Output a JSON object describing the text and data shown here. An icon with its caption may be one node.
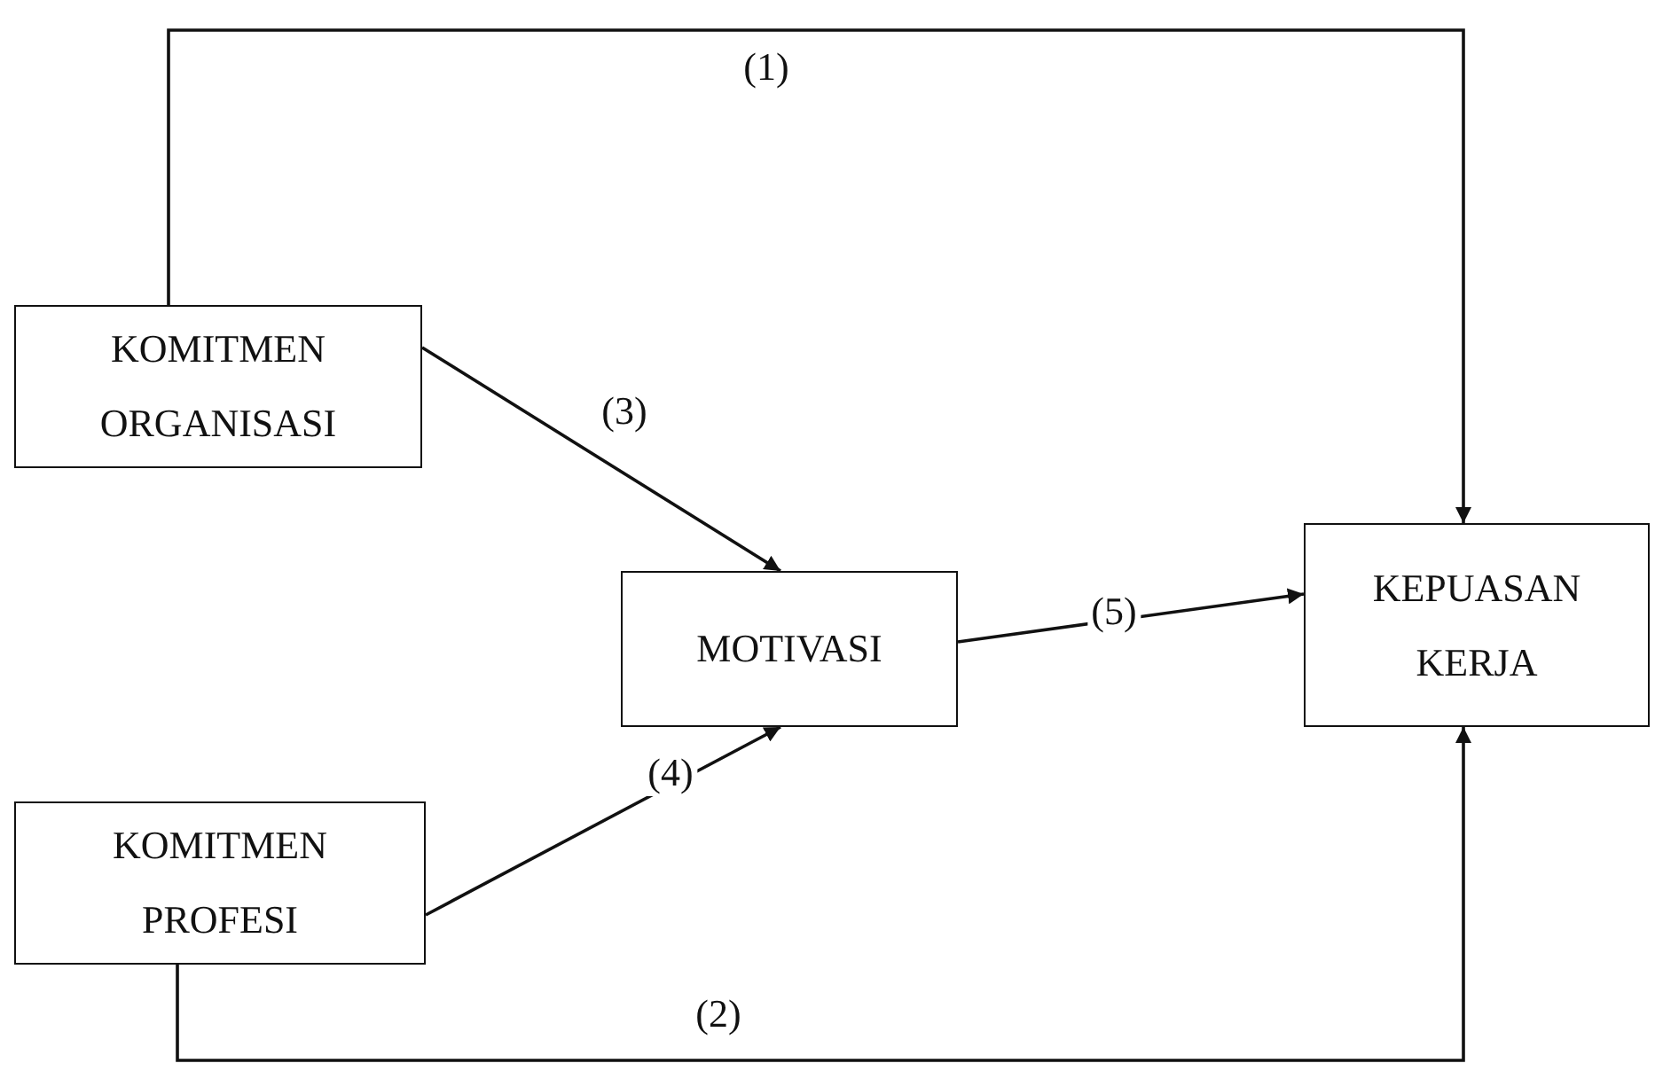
{
  "diagram": {
    "nodes": [
      {
        "text": [
          "KOMITMEN ORGANISASI"
        ]
      },
      {
        "text": [
          "MOTIVASI"
        ]
      },
      {
        "text": [
          "KEPUASAN KERJA"
        ]
      },
      {
        "text": [
          "KOMITMEN PROFESI"
        ]
      }
    ],
    "edges": [
      {
        "from": 0,
        "to": 2,
        "arrow": "to",
        "label": "(1)"
      },
      {
        "from": 3,
        "to": 2,
        "arrow": "to",
        "label": "(2)"
      },
      {
        "from": 0,
        "to": 1,
        "arrow": "to",
        "label": "(3)"
      },
      {
        "from": 3,
        "to": 1,
        "arrow": "to",
        "label": "(4)"
      },
      {
        "from": 1,
        "to": 2,
        "arrow": "to",
        "label": "(5)"
      }
    ]
  }
}
